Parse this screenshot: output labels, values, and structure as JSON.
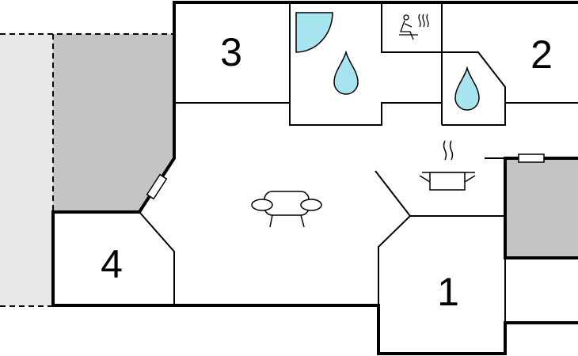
{
  "rooms": [
    {
      "id": "room-1",
      "label": "1"
    },
    {
      "id": "room-2",
      "label": "2"
    },
    {
      "id": "room-3",
      "label": "3"
    },
    {
      "id": "room-4",
      "label": "4"
    }
  ],
  "icons": {
    "living": "sofa-icon",
    "kitchen": "cooking-pot-icon",
    "sauna": "sauna-icon",
    "shower": "shower-icon",
    "bathroom": "water-drop-icon",
    "window": "window-icon"
  },
  "colors": {
    "wall": "#000000",
    "terrace": "#c4c4c4",
    "outdoor_area": "#e8e8e8",
    "water": "#a8e4f0",
    "background": "#ffffff"
  }
}
